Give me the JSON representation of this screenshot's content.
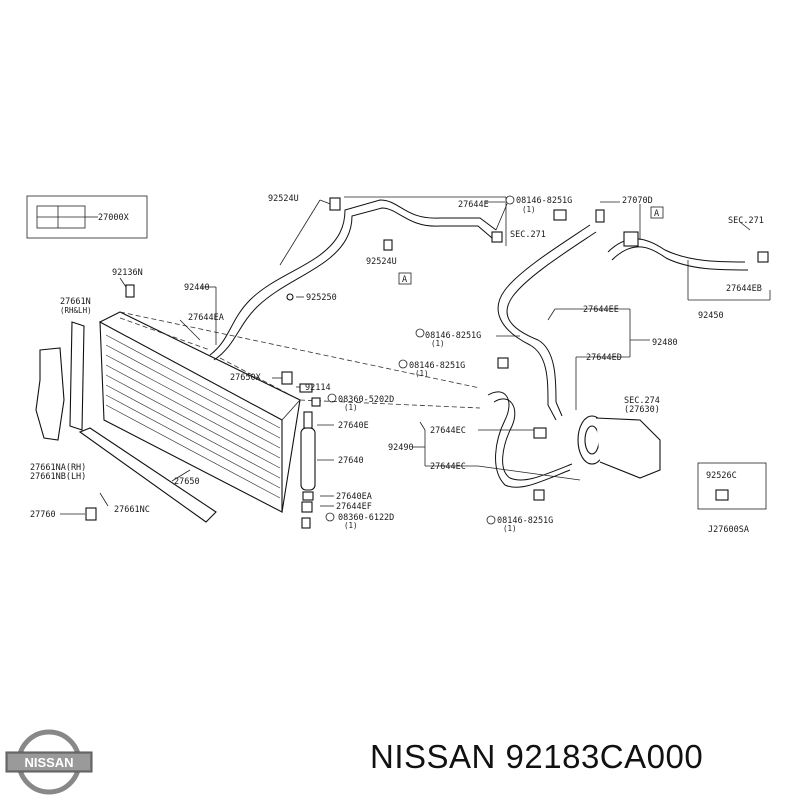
{
  "diagram": {
    "callouts": [
      {
        "id": "c1",
        "text": "27000X"
      },
      {
        "id": "c2",
        "text": "92524U"
      },
      {
        "id": "c3",
        "text": "92524U"
      },
      {
        "id": "c4",
        "text": "27644E"
      },
      {
        "id": "c5",
        "text": "08146-8251G"
      },
      {
        "id": "c6",
        "text": "(1)"
      },
      {
        "id": "c7",
        "text": "SEC.271"
      },
      {
        "id": "c8",
        "text": "27070D"
      },
      {
        "id": "c9",
        "text": "A"
      },
      {
        "id": "c10",
        "text": "SEC.271"
      },
      {
        "id": "c11",
        "text": "27644EB"
      },
      {
        "id": "c12",
        "text": "92450"
      },
      {
        "id": "c13",
        "text": "92136N"
      },
      {
        "id": "c14",
        "text": "92440"
      },
      {
        "id": "c15",
        "text": "925250"
      },
      {
        "id": "c16",
        "text": "27661N"
      },
      {
        "id": "c17",
        "text": "(RH&LH)"
      },
      {
        "id": "c18",
        "text": "27644EA"
      },
      {
        "id": "c19",
        "text": "27644EE"
      },
      {
        "id": "c20",
        "text": "08146-8251G"
      },
      {
        "id": "c21",
        "text": "(1)"
      },
      {
        "id": "c22",
        "text": "92480"
      },
      {
        "id": "c23",
        "text": "08146-8251G"
      },
      {
        "id": "c24",
        "text": "(1)"
      },
      {
        "id": "c25",
        "text": "27644ED"
      },
      {
        "id": "c26",
        "text": "27650X"
      },
      {
        "id": "c27",
        "text": "92114"
      },
      {
        "id": "c28",
        "text": "08360-5202D"
      },
      {
        "id": "c29",
        "text": "(1)"
      },
      {
        "id": "c30",
        "text": "27640E"
      },
      {
        "id": "c31",
        "text": "SEC.274"
      },
      {
        "id": "c32",
        "text": "(27630)"
      },
      {
        "id": "c33",
        "text": "27644EC"
      },
      {
        "id": "c34",
        "text": "92490"
      },
      {
        "id": "c35",
        "text": "27640"
      },
      {
        "id": "c36",
        "text": "27644EC"
      },
      {
        "id": "c37",
        "text": "27661NA(RH)"
      },
      {
        "id": "c38",
        "text": "27661NB(LH)"
      },
      {
        "id": "c39",
        "text": "27650"
      },
      {
        "id": "c40",
        "text": "27640EA"
      },
      {
        "id": "c41",
        "text": "27644EF"
      },
      {
        "id": "c42",
        "text": "08360-6122D"
      },
      {
        "id": "c43",
        "text": "(1)"
      },
      {
        "id": "c44",
        "text": "27760"
      },
      {
        "id": "c45",
        "text": "27661NC"
      },
      {
        "id": "c46",
        "text": "08146-8251G"
      },
      {
        "id": "c47",
        "text": "(1)"
      },
      {
        "id": "c48",
        "text": "92526C"
      },
      {
        "id": "c49",
        "text": "J27600SA"
      },
      {
        "id": "c50",
        "text": "A"
      }
    ]
  },
  "brand": {
    "logo_text": "NISSAN",
    "caption": "NISSAN 92183CA000"
  }
}
